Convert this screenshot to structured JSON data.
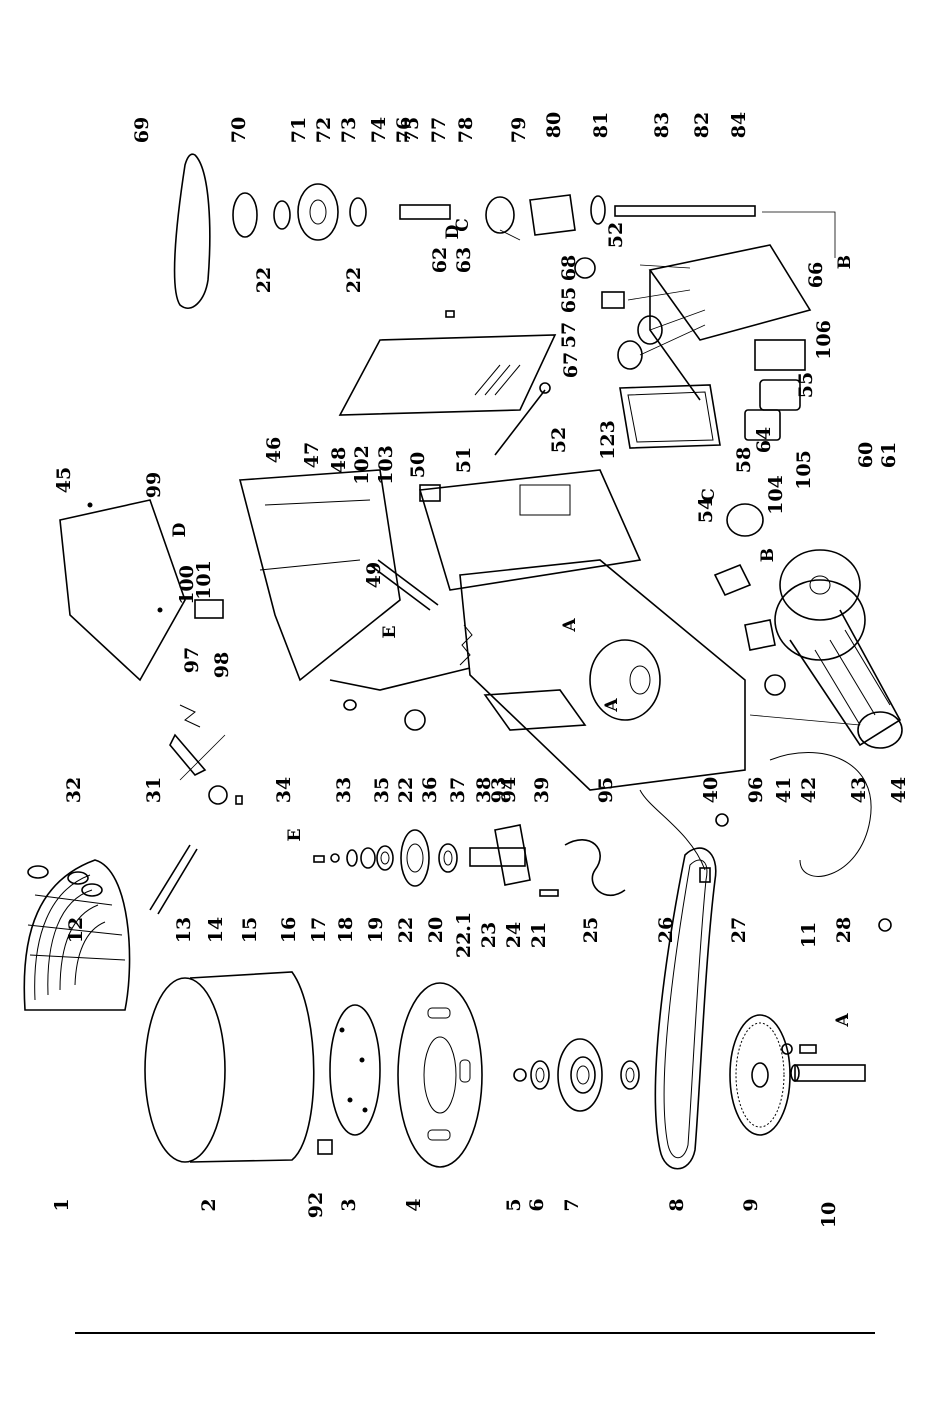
{
  "diagram": {
    "callouts_row_bottom": [
      "1",
      "2",
      "92",
      "3",
      "4",
      "5",
      "6",
      "7",
      "8",
      "9",
      "10"
    ],
    "callouts_row_middle": [
      "12",
      "13",
      "14",
      "15",
      "16",
      "17",
      "18",
      "19",
      "22",
      "20",
      "22.1",
      "23",
      "24",
      "21",
      "25",
      "26",
      "27",
      "11",
      "28"
    ],
    "callouts_row_center": [
      "32",
      "31",
      "34",
      "33",
      "35",
      "22",
      "36",
      "37",
      "38",
      "93",
      "94",
      "39",
      "95",
      "40",
      "96",
      "41",
      "42",
      "43",
      "44"
    ],
    "callouts_row_top": [
      "45",
      "99",
      "100",
      "101",
      "97",
      "98",
      "46",
      "47",
      "48",
      "102",
      "103",
      "49",
      "50",
      "51",
      "52",
      "123",
      "58",
      "104",
      "105",
      "60",
      "61"
    ],
    "callouts_row_upper": [
      "69",
      "70",
      "22",
      "71",
      "72",
      "73",
      "74",
      "22",
      "76",
      "75",
      "77",
      "78",
      "79",
      "80",
      "81",
      "83",
      "82",
      "84",
      "52",
      "68",
      "65",
      "57",
      "67",
      "66",
      "62",
      "63",
      "106",
      "55",
      "64",
      "54"
    ],
    "reference_letters": [
      "A",
      "A",
      "A",
      "B",
      "B",
      "C",
      "C",
      "D",
      "D",
      "E",
      "E"
    ]
  }
}
